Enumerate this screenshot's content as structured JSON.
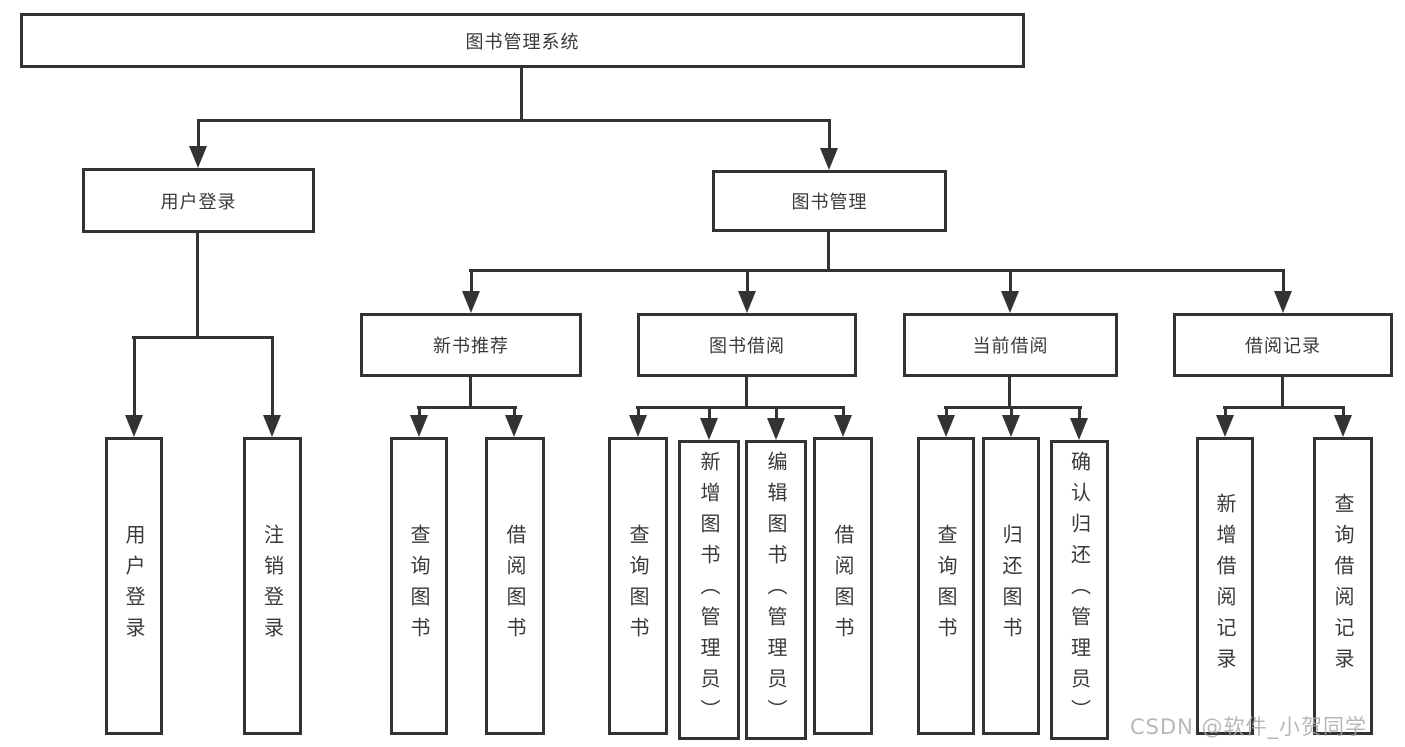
{
  "diagram": {
    "root": {
      "label": "图书管理系统"
    },
    "branches": [
      {
        "label": "用户登录",
        "children": [
          {
            "label": "用户登录"
          },
          {
            "label": "注销登录"
          }
        ]
      },
      {
        "label": "图书管理",
        "children": [
          {
            "label": "新书推荐",
            "children": [
              {
                "label": "查询图书"
              },
              {
                "label": "借阅图书"
              }
            ]
          },
          {
            "label": "图书借阅",
            "children": [
              {
                "label": "查询图书"
              },
              {
                "label": "新增图书（管理员）"
              },
              {
                "label": "编辑图书（管理员）"
              },
              {
                "label": "借阅图书"
              }
            ]
          },
          {
            "label": "当前借阅",
            "children": [
              {
                "label": "查询图书"
              },
              {
                "label": "归还图书"
              },
              {
                "label": "确认归还（管理员）"
              }
            ]
          },
          {
            "label": "借阅记录",
            "children": [
              {
                "label": "新增借阅记录"
              },
              {
                "label": "查询借阅记录"
              }
            ]
          }
        ]
      }
    ],
    "watermark": "CSDN @软件_小贺同学",
    "colors": {
      "line": "#333333",
      "text": "#3a3a3a",
      "watermark": "#ababab",
      "background": "#ffffff"
    }
  }
}
